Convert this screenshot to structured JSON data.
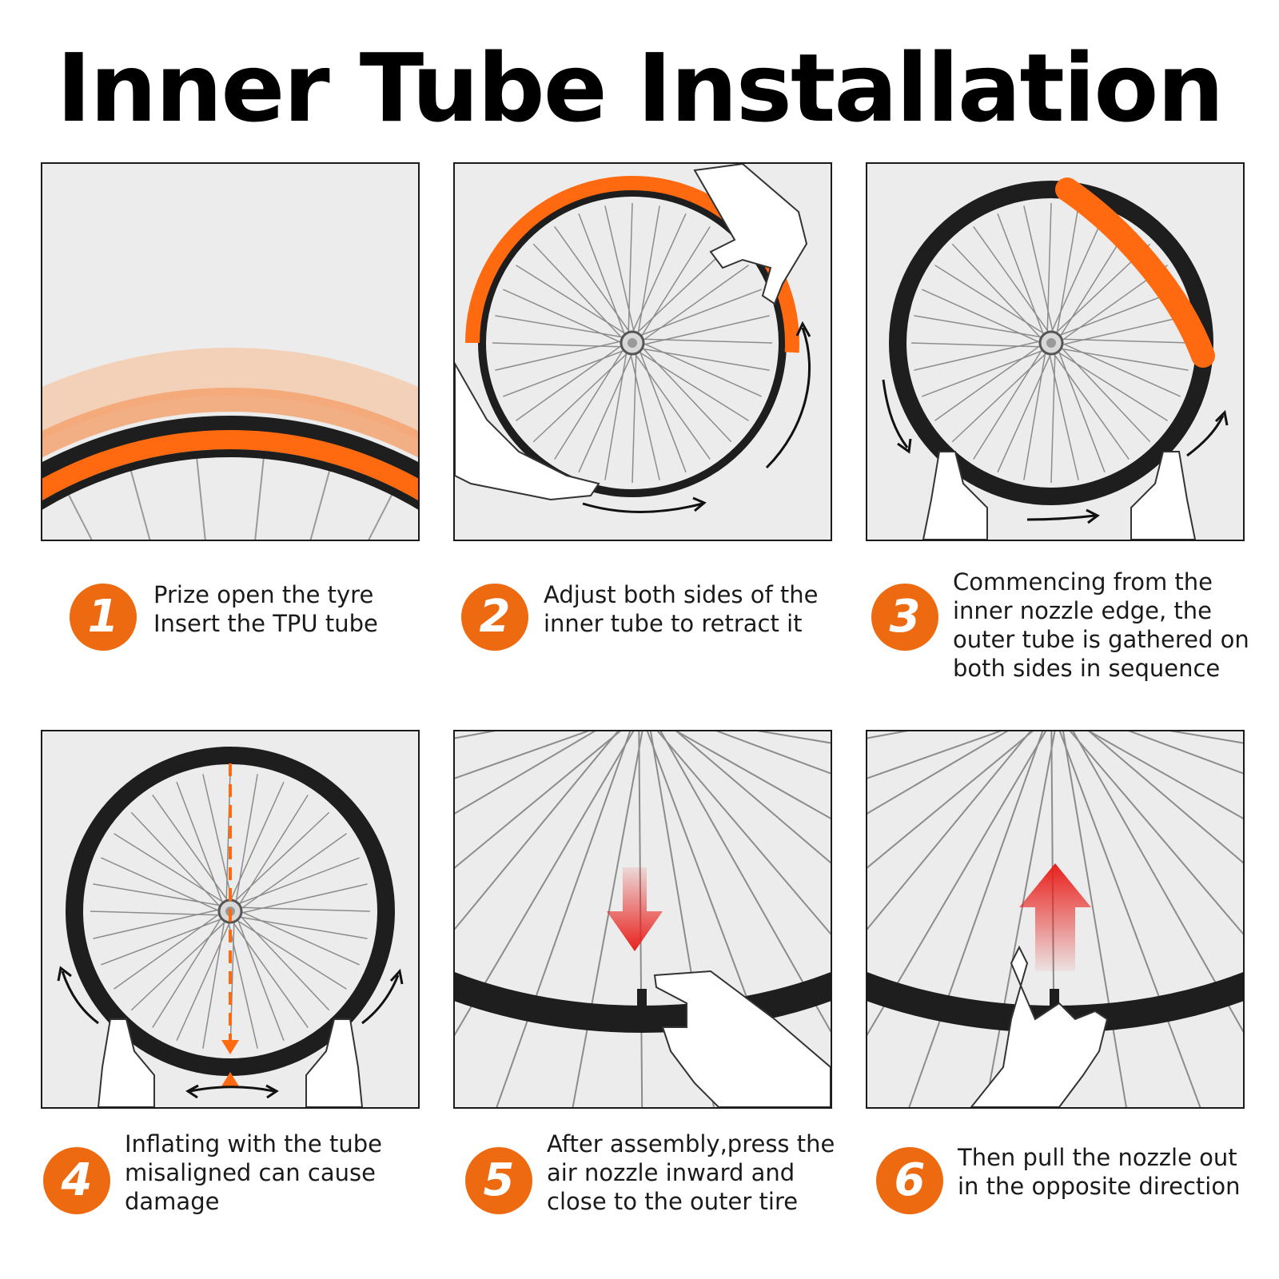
{
  "title": "Inner Tube Installation",
  "colors": {
    "accent": "#ee6a10",
    "tyre": "#1e1e1e",
    "arrow_red": "#e8201c"
  },
  "steps": [
    {
      "number": "1",
      "lines": [
        "Prize open the tyre",
        "Insert the TPU tube"
      ]
    },
    {
      "number": "2",
      "lines": [
        "Adjust both sides of the",
        "inner tube to retract it"
      ]
    },
    {
      "number": "3",
      "lines": [
        "Commencing from the",
        "inner nozzle edge, the",
        "outer tube is gathered on",
        "both sides in sequence"
      ]
    },
    {
      "number": "4",
      "lines": [
        "Inflating with the tube",
        "misaligned can cause",
        "damage"
      ]
    },
    {
      "number": "5",
      "lines": [
        "After assembly,press the",
        "air nozzle inward and",
        "close to the outer tire"
      ]
    },
    {
      "number": "6",
      "lines": [
        "Then pull the nozzle out",
        "in the opposite direction"
      ]
    }
  ]
}
